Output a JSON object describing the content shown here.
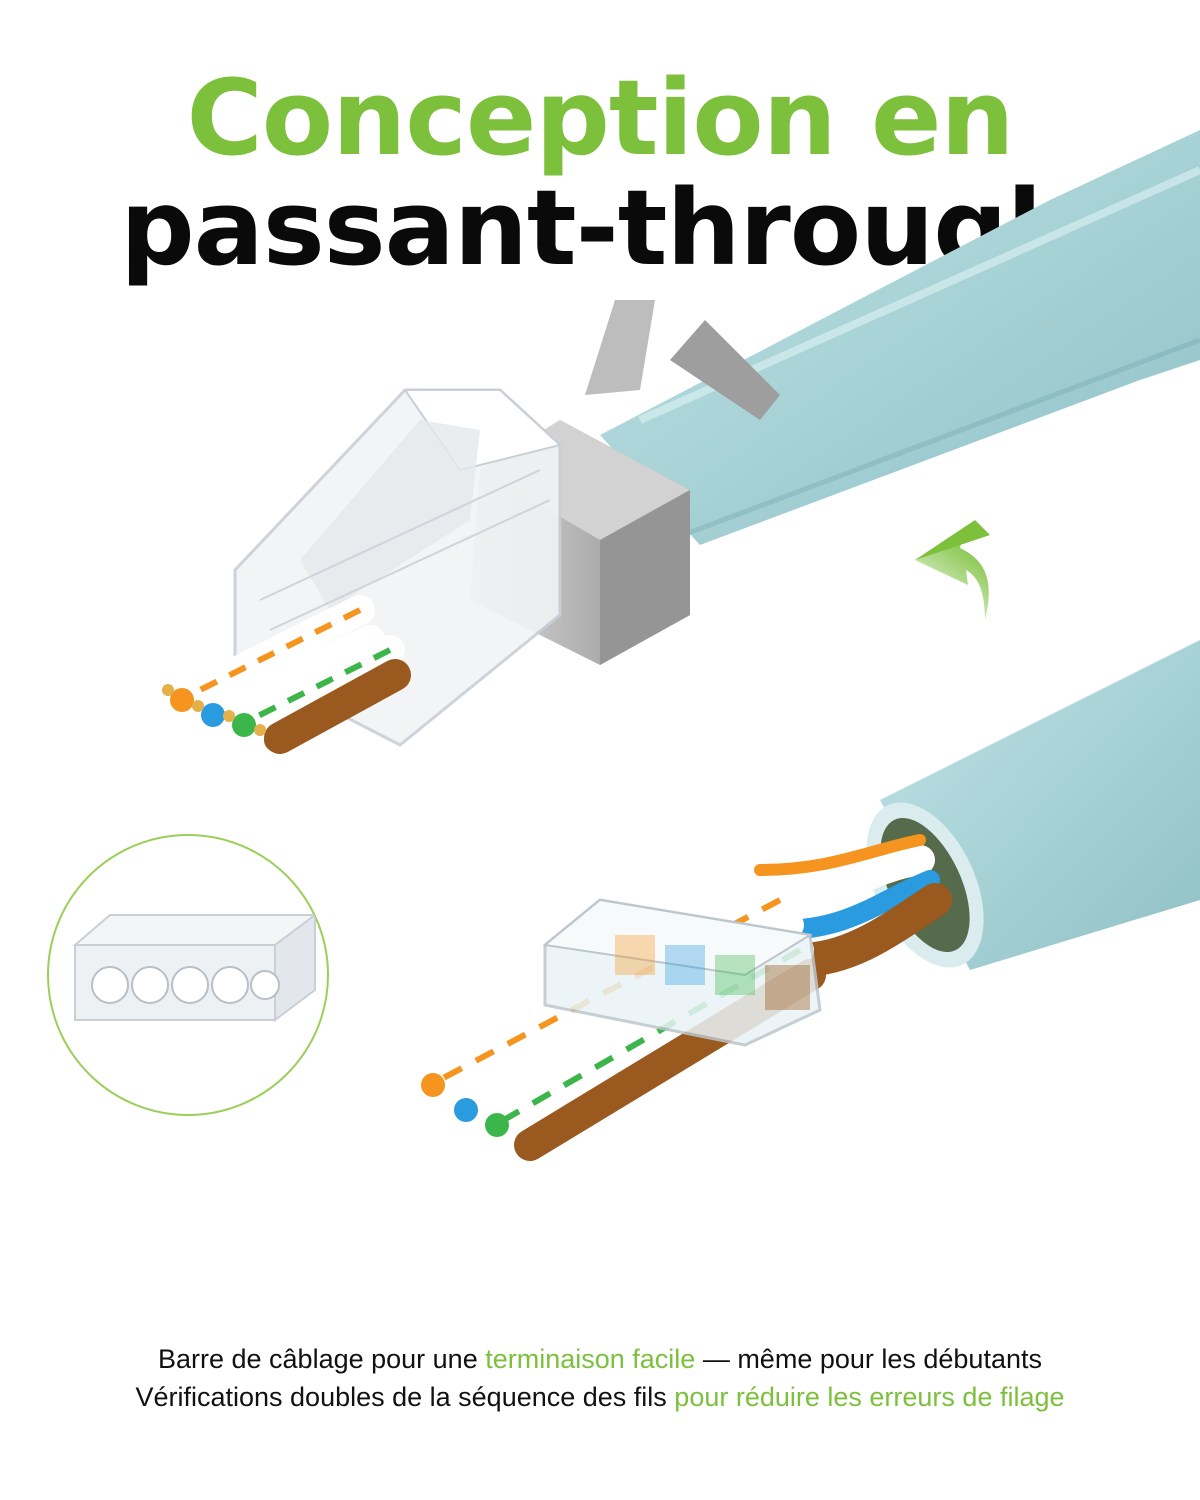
{
  "headline": {
    "line1": "Conception en",
    "line2": "passant-through"
  },
  "captions": {
    "line1": {
      "before": "Barre de câblage pour une ",
      "highlight": "terminaison facile",
      "after": " — même pour les débutants"
    },
    "line2": {
      "before": "Vérifications doubles de la séquence des fils ",
      "highlight": "pour réduire les erreurs de filage"
    }
  },
  "colors": {
    "accent_green": "#7cc03c",
    "cable_blue": "#a9d4d8",
    "shield_silver": "#a9a9a9",
    "wire_orange": "#f5941e",
    "wire_blue": "#2b9be0",
    "wire_green": "#3cb64a",
    "wire_brown": "#9a5a1f"
  },
  "icons": {
    "arrow": "curved-arrow-icon",
    "inset": "wire-guide-bar-icon"
  }
}
